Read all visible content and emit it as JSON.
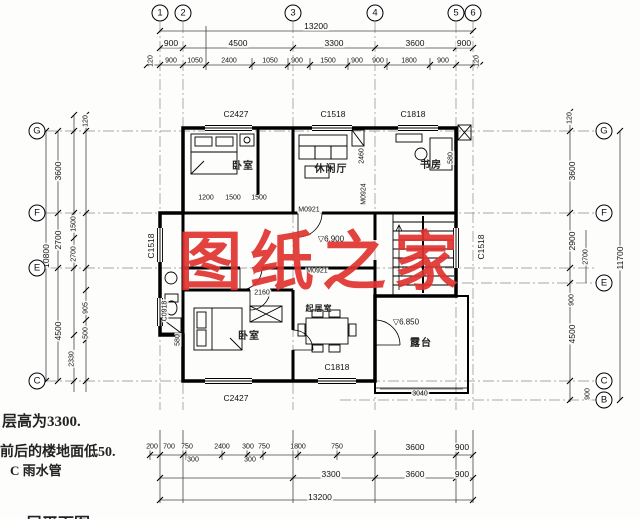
{
  "watermark": "图纸之家",
  "axis_bubbles": {
    "top": [
      "1",
      "2",
      "3",
      "4",
      "5",
      "6"
    ],
    "left": [
      "G",
      "F",
      "E",
      "C"
    ],
    "right": [
      "G",
      "F",
      "E",
      "C",
      "B"
    ]
  },
  "top_dims": {
    "total": "13200",
    "row2": [
      "900",
      "4500",
      "3300",
      "3600",
      "900"
    ],
    "row3": [
      "120",
      "900",
      "1050",
      "2400",
      "1050",
      "900",
      "1500",
      "900",
      "900",
      "1800",
      "900",
      "120"
    ]
  },
  "bottom_dims": {
    "row1": [
      "200",
      "700",
      "750",
      "2400",
      "300",
      "750",
      "1800",
      "750",
      "3600",
      "900"
    ],
    "row1b": [
      "300",
      "300"
    ],
    "row2": [
      "3300",
      "3600",
      "900"
    ],
    "total": "13200"
  },
  "left_dims": {
    "total": "10800",
    "mid": [
      "3600",
      "2700",
      "4500"
    ],
    "fine": [
      "120",
      "1500",
      "2700",
      "905",
      "500",
      "2330"
    ]
  },
  "right_dims": {
    "total": "11700",
    "fine": [
      "120",
      "3600",
      "2900",
      "2700",
      "900",
      "4500",
      "900"
    ]
  },
  "rooms": {
    "bedroom_top": "卧室",
    "lounge": "休闲厅",
    "study": "书房",
    "bedroom_bottom": "卧室",
    "living": "起居室",
    "terrace": "露台"
  },
  "openings": {
    "c2427_top": "C2427",
    "c1518_top": "C1518",
    "c1818_top": "C1818",
    "m0921_a": "M0921",
    "m0924": "M0924",
    "c1518_left": "C1518",
    "c1518_right": "C1518",
    "c0918_left": "C0918",
    "m0921_b": "M0921",
    "c2427_bottom": "C2427",
    "c1818_bottom": "C1818"
  },
  "plan_dims": {
    "d1200": "1200",
    "d1500a": "1500",
    "d1500b": "1500",
    "d2460": "2460",
    "d580a": "580",
    "d580b": "580",
    "d2160": "2160",
    "d3040": "3040"
  },
  "elevations": {
    "upper": "6.900",
    "lower": "6.850",
    "icon": "▽"
  },
  "notes": {
    "line1": "层高为3300.",
    "line2": "前后的楼地面低50.",
    "line3_prefix": "C",
    "line3": "雨水管",
    "line4": "层平面图"
  }
}
